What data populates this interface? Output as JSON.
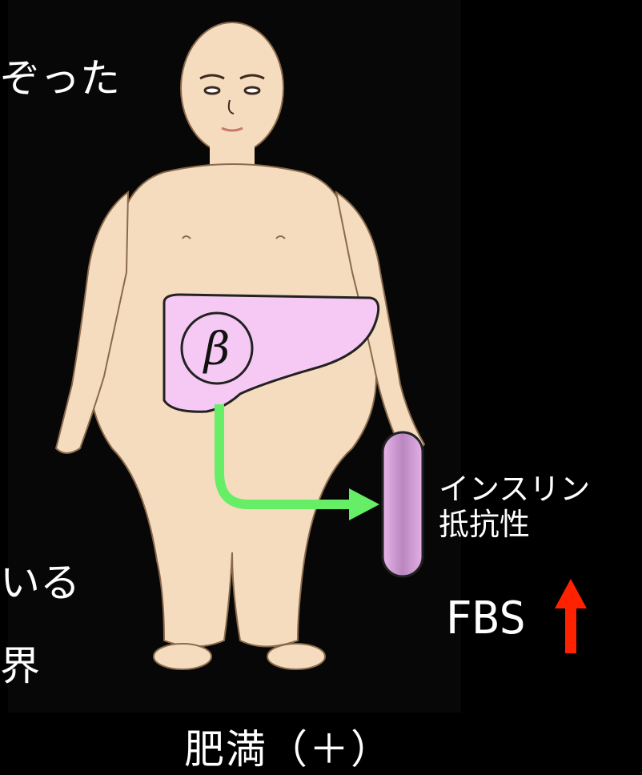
{
  "text_fragments": {
    "top": "ぞった",
    "middle": "いる",
    "bottom": "界"
  },
  "beta_label": "β",
  "insulin_resistance": {
    "line1": "インスリン",
    "line2": "抵抗性"
  },
  "fbs": {
    "label": "FBS",
    "arrow_color": "#ff2200"
  },
  "caption": "肥満（＋）",
  "colors": {
    "background": "#000000",
    "skin": "#f5dcbf",
    "skin_outline": "#8a6a4c",
    "pancreas": "#f6c9f4",
    "muscle": "#d49ed6",
    "signal_arrow": "#66ee66"
  }
}
